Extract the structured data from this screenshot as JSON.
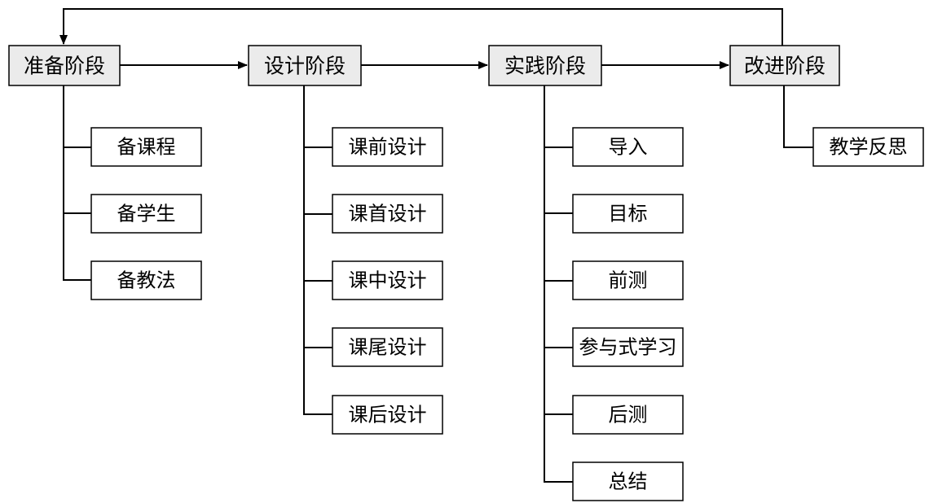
{
  "colors": {
    "phase_fill": "#ebebeb",
    "sub_fill": "#ffffff",
    "stroke": "#000000"
  },
  "phases": [
    {
      "label": "准备阶段",
      "items": [
        "备课程",
        "备学生",
        "备教法"
      ]
    },
    {
      "label": "设计阶段",
      "items": [
        "课前设计",
        "课首设计",
        "课中设计",
        "课尾设计",
        "课后设计"
      ]
    },
    {
      "label": "实践阶段",
      "items": [
        "导入",
        "目标",
        "前测",
        "参与式学习",
        "后测",
        "总结"
      ]
    },
    {
      "label": "改进阶段",
      "items": [
        "教学反思"
      ]
    }
  ]
}
